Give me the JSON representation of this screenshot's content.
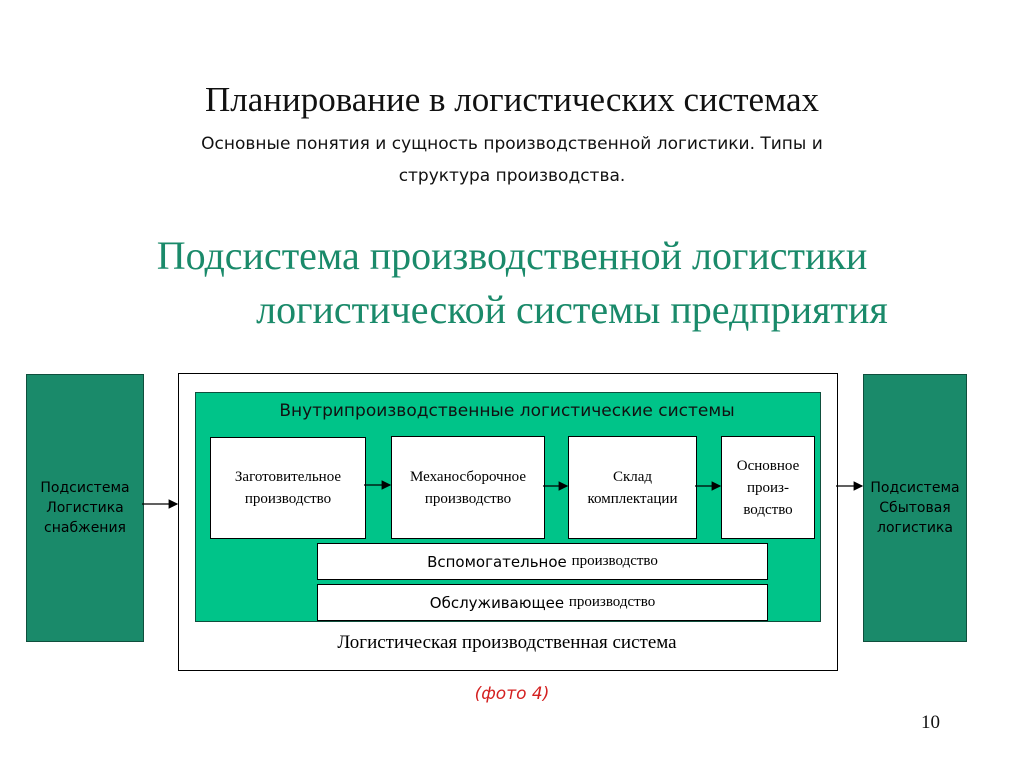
{
  "slide": {
    "title": "Планирование в логистических системах",
    "subtitle_line1": "Основные понятия и сущность производственной логистики. Типы и",
    "subtitle_line2": "структура производства.",
    "heading_line1": "Подсистема производственной логистики",
    "heading_line2": "логистической системы предприятия",
    "photo_caption": "(фото 4)",
    "page_number": "10"
  },
  "diagram": {
    "supply_box": {
      "line1": "Подсистема",
      "line2": "Логистика",
      "line3": "снабжения"
    },
    "sales_box": {
      "line1": "Подсистема",
      "line2": "Сбытовая",
      "line3": "логистика"
    },
    "outer_label": "Логистическая производственная система",
    "inner_title": "Внутрипроизводственные логистические системы",
    "processes": [
      {
        "line1": "Заготовительное",
        "line2": "производство"
      },
      {
        "line1": "Механосборочное",
        "line2": "производство"
      },
      {
        "line1": "Склад",
        "line2": "комплектации"
      },
      {
        "line1": "Основное",
        "line2": "произ-",
        "line3": "водство"
      }
    ],
    "auxiliary": {
      "lead": "Вспомогательное",
      "rest": "производство"
    },
    "service": {
      "lead": "Обслуживающее",
      "rest": "производство"
    },
    "colors": {
      "dark_green": "#1a8a6a",
      "bright_green": "#00c489",
      "heading_green": "#1a8a6a",
      "caption_red": "#d42020"
    }
  }
}
